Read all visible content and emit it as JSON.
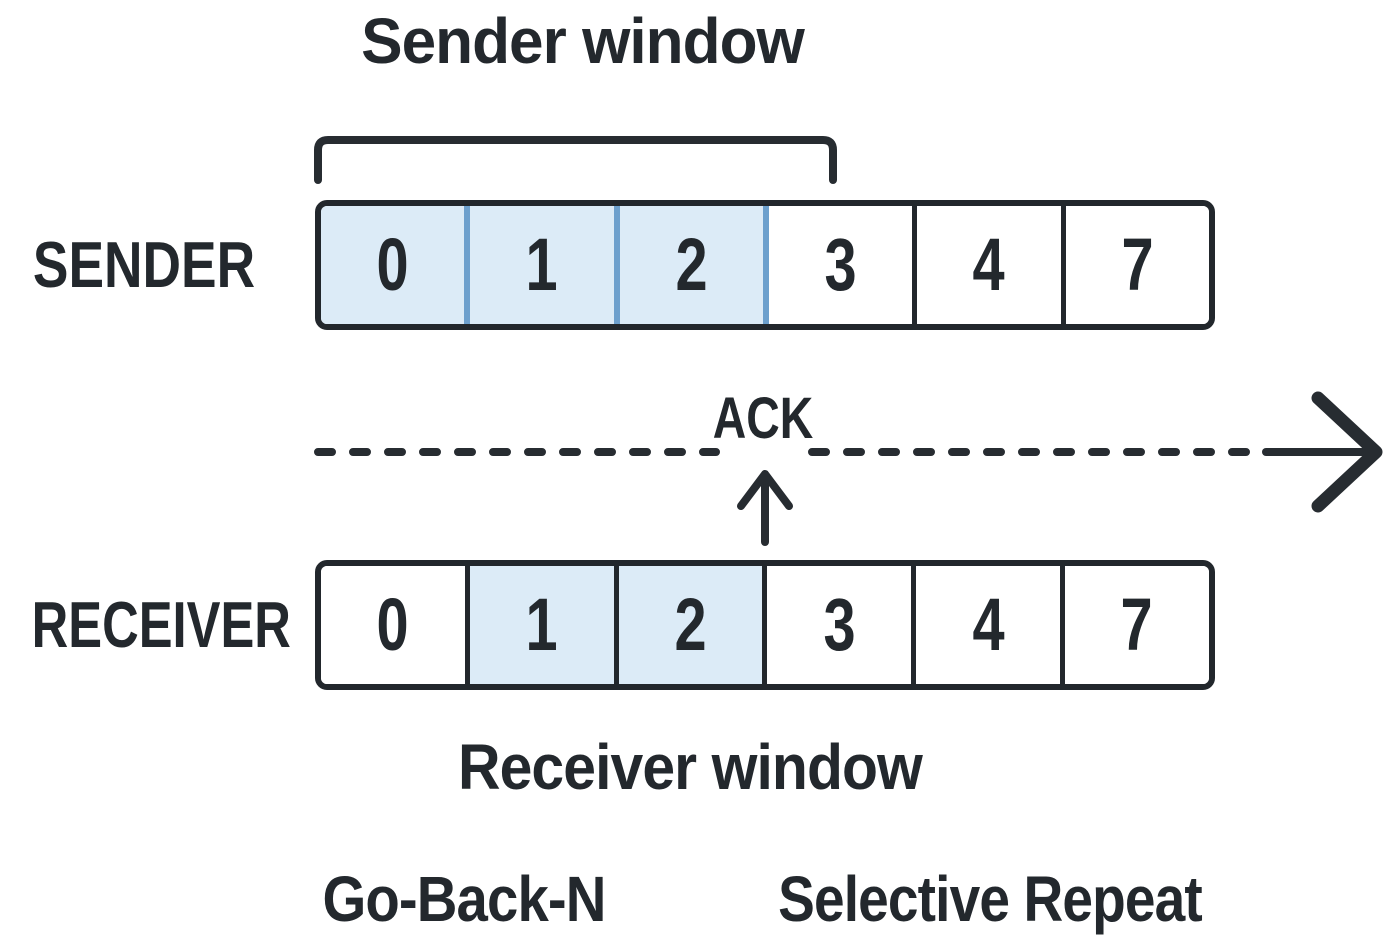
{
  "colors": {
    "ink": "#23282d",
    "line": "#272c31",
    "cell_border": "#22272c",
    "highlight_fill": "#dcebf7",
    "highlight_divider": "#6da0cd",
    "background": "#ffffff"
  },
  "labels": {
    "sender_window": "Sender window",
    "sender": "SENDER",
    "ack": "ACK",
    "receiver": "RECEIVER",
    "receiver_window": "Receiver window",
    "go_back_n": "Go-Back-N",
    "selective_repeat": "Selective Repeat"
  },
  "sender": {
    "cells": [
      {
        "label": "0",
        "highlighted": true
      },
      {
        "label": "1",
        "highlighted": true
      },
      {
        "label": "2",
        "highlighted": true
      },
      {
        "label": "3",
        "highlighted": false
      },
      {
        "label": "4",
        "highlighted": false
      },
      {
        "label": "7",
        "highlighted": false
      }
    ]
  },
  "receiver": {
    "cells": [
      {
        "label": "0",
        "highlighted": false
      },
      {
        "label": "1",
        "highlighted": true
      },
      {
        "label": "2",
        "highlighted": true
      },
      {
        "label": "3",
        "highlighted": false
      },
      {
        "label": "4",
        "highlighted": false
      },
      {
        "label": "7",
        "highlighted": false
      }
    ]
  },
  "icons": {
    "ack_flow_arrow": "right-arrow-dashed",
    "ack_source_arrow": "up-arrow",
    "sender_window_bracket": "top-bracket"
  }
}
